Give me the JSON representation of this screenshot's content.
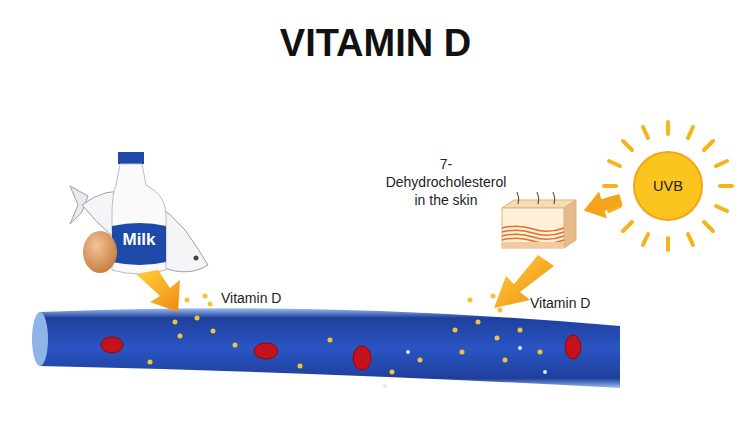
{
  "diagram": {
    "title": "VITAMIN D",
    "nodes": [
      {
        "text": [
          "UVB"
        ]
      },
      {
        "text": [
          "7-Dehydrocholesterol in the skin"
        ]
      }
    ],
    "edges": [
      {
        "from": 0,
        "to": 1,
        "arrow": "to"
      }
    ],
    "labels": [
      "Milk",
      "Vitamin D",
      "Vitamin D"
    ]
  }
}
